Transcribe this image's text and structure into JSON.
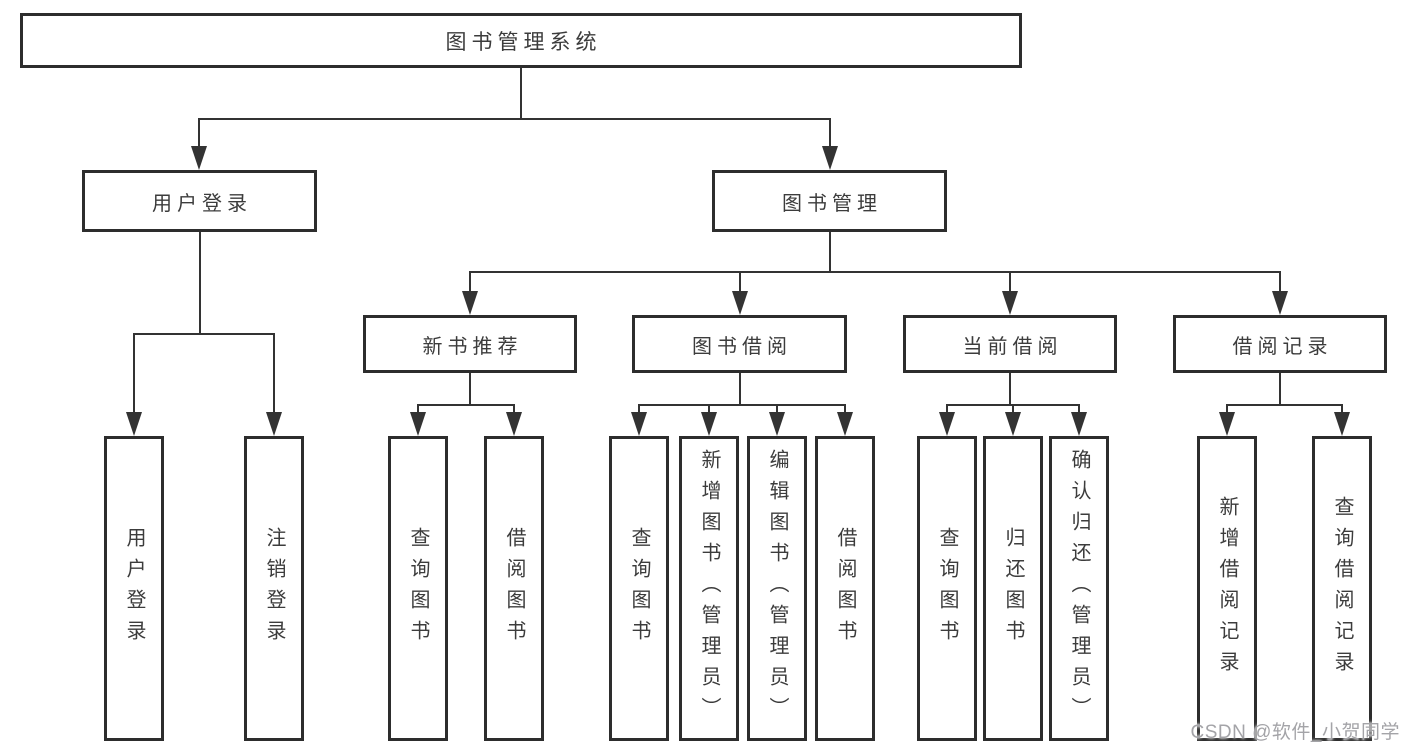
{
  "diagram": {
    "root": {
      "label": "图书管理系统",
      "children": [
        {
          "label": "用户登录",
          "children": [
            {
              "label": "用户登录"
            },
            {
              "label": "注销登录"
            }
          ]
        },
        {
          "label": "图书管理",
          "children": [
            {
              "label": "新书推荐",
              "children": [
                {
                  "label": "查询图书"
                },
                {
                  "label": "借阅图书"
                }
              ]
            },
            {
              "label": "图书借阅",
              "children": [
                {
                  "label": "查询图书"
                },
                {
                  "label": "新增图书（管理员）"
                },
                {
                  "label": "编辑图书（管理员）"
                },
                {
                  "label": "借阅图书"
                }
              ]
            },
            {
              "label": "当前借阅",
              "children": [
                {
                  "label": "查询图书"
                },
                {
                  "label": "归还图书"
                },
                {
                  "label": "确认归还（管理员）"
                }
              ]
            },
            {
              "label": "借阅记录",
              "children": [
                {
                  "label": "新增借阅记录"
                },
                {
                  "label": "查询借阅记录"
                }
              ]
            }
          ]
        }
      ]
    }
  },
  "watermark": {
    "text": "CSDN @软件_小贺同学"
  }
}
